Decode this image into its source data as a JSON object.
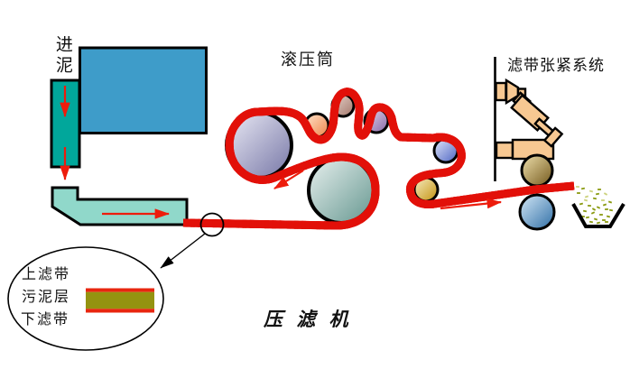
{
  "diagram_title": "压 滤 机",
  "labels": {
    "feed_sludge": "进泥",
    "press_rollers": "滚压筒",
    "belt_tension_system": "滤带张紧系统"
  },
  "detail_view": {
    "upper_belt": "上滤带",
    "sludge_layer": "污泥层",
    "lower_belt": "下滤带"
  },
  "colors": {
    "feed_box": "#3E9CC9",
    "feed_chute": "#01A79B",
    "trough": "#90D8CA",
    "belt_outer": "#E21009",
    "belt_inner": "#FF9D1E",
    "belt_stripe": "#FFE34D",
    "belt_tick": "#111111",
    "direction_arrow": "#ED1C0C",
    "sludge_layer_fill": "#949310",
    "sludge_layer_edge": "#E8260F",
    "cake_speckle_dark": "#8A9A10",
    "cake_speckle_light": "#CCD27D",
    "tension_bracket": "#F7C892",
    "outline": "#000000"
  },
  "rollers": [
    {
      "name": "press-roller-large-left",
      "light": "#ECECF6",
      "dark": "#7676A6"
    },
    {
      "name": "press-roller-orange",
      "light": "#FFE3CB",
      "dark": "#EE8448"
    },
    {
      "name": "press-roller-tan",
      "light": "#E8D6CE",
      "dark": "#A2766A"
    },
    {
      "name": "press-roller-violet",
      "light": "#E6DCF0",
      "dark": "#8766A4"
    },
    {
      "name": "press-roller-large-teal",
      "light": "#E9F1EF",
      "dark": "#659790"
    },
    {
      "name": "guide-roller-blue",
      "light": "#E2E8FA",
      "dark": "#4C63C2"
    },
    {
      "name": "guide-roller-gold",
      "light": "#F6ECC2",
      "dark": "#C3920E"
    },
    {
      "name": "tension-roller-gold",
      "light": "#EFDFAC",
      "dark": "#73591C"
    },
    {
      "name": "discharge-roller-blue",
      "light": "#D4E8F6",
      "dark": "#2F6EA6"
    }
  ]
}
